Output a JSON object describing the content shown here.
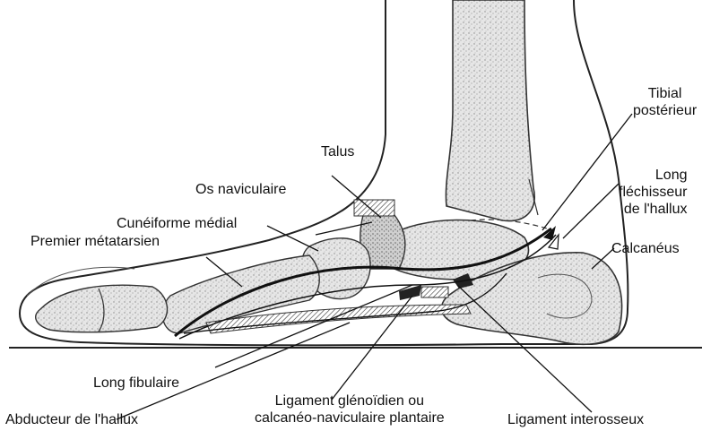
{
  "figure": {
    "labels": {
      "talus": "Talus",
      "tibial_posterieur": "Tibial\npostérieur",
      "os_naviculaire": "Os naviculaire",
      "cuneiforme_medial": "Cunéiforme médial",
      "long_flechisseur": "Long\nfléchisseur\nde l'hallux",
      "premier_metatarsien": "Premier métatarsien",
      "calcaneus": "Calcanéus",
      "long_fibulaire": "Long fibulaire",
      "ligament_glenoidien": "Ligament glénoïdien ou\ncalcanéo-naviculaire plantaire",
      "abducteur_hallux": "Abducteur de l'hallux",
      "ligament_interosseux": "Ligament interosseux"
    }
  }
}
